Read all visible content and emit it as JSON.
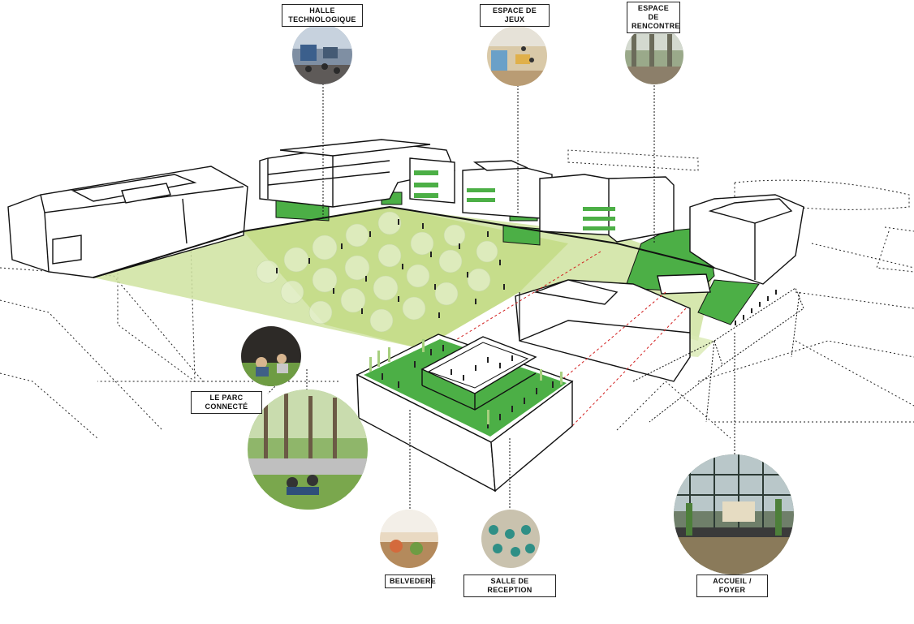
{
  "labels": {
    "halle": "HALLE TECHNOLOGIQUE",
    "jeux": "ESPACE DE JEUX",
    "rencontre": "ESPACE DE\nRENCONTRE",
    "parc": "LE PARC CONNECTÉ",
    "belvedere": "BELVEDERE",
    "reception": "SALLE DE RECEPTION",
    "accueil": "ACCUEIL / FOYER"
  },
  "colors": {
    "green": "#4caf46",
    "light_green": "#cfe3a0",
    "line": "#111111",
    "accent_red": "#d21f1f"
  }
}
